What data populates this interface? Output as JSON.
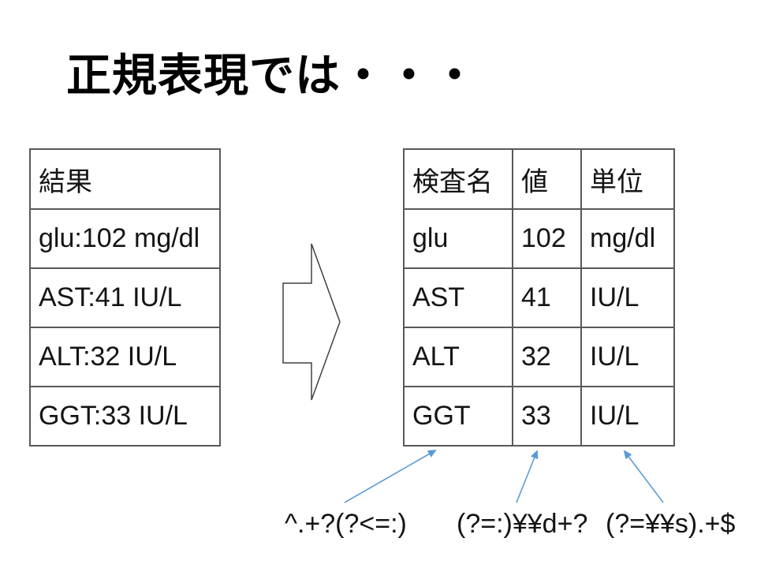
{
  "title": "正規表現では・・・",
  "left_table": {
    "header": "結果",
    "rows": [
      "glu:102 mg/dl",
      "AST:41 IU/L",
      "ALT:32 IU/L",
      "GGT:33 IU/L"
    ]
  },
  "right_table": {
    "headers": [
      "検査名",
      "値",
      "単位"
    ],
    "rows": [
      [
        "glu",
        "102",
        "mg/dl"
      ],
      [
        "AST",
        "41",
        "IU/L"
      ],
      [
        "ALT",
        "32",
        "IU/L"
      ],
      [
        "GGT",
        "33",
        "IU/L"
      ]
    ]
  },
  "regex_labels": [
    "^.+?(?<=:)",
    "(?=:)¥¥d+?",
    "(?=¥¥s).+$"
  ],
  "colors": {
    "annotation_arrow_blue": "#5B9BD5",
    "table_border_gray": "#595959",
    "text_black": "#141414"
  }
}
